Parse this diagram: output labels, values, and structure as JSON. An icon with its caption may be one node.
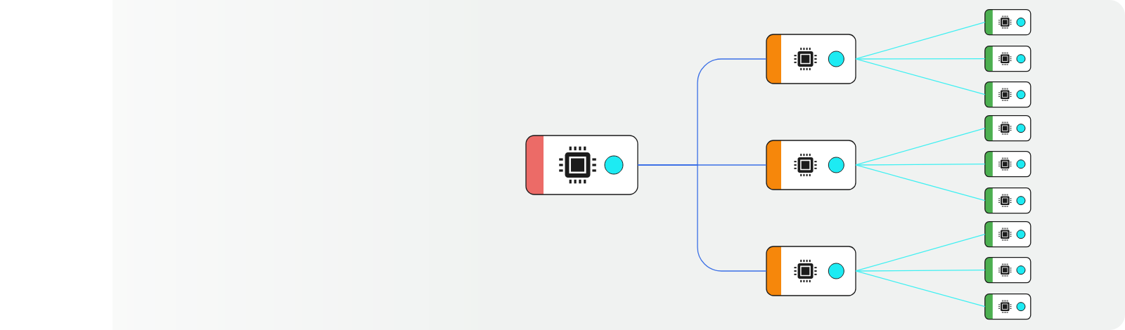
{
  "diagram": {
    "nodes": [
      {
        "text": [],
        "shape": "box"
      },
      {
        "text": [],
        "shape": "box"
      },
      {
        "text": [],
        "shape": "box"
      },
      {
        "text": [],
        "shape": "box"
      },
      {
        "text": [],
        "shape": "box"
      },
      {
        "text": [],
        "shape": "box"
      },
      {
        "text": [],
        "shape": "box"
      },
      {
        "text": [],
        "shape": "box"
      },
      {
        "text": [],
        "shape": "box"
      },
      {
        "text": [],
        "shape": "box"
      },
      {
        "text": [],
        "shape": "box"
      },
      {
        "text": [],
        "shape": "box"
      },
      {
        "text": [],
        "shape": "box"
      }
    ],
    "edges": [
      {
        "from": 0,
        "to": 1,
        "arrow": "none",
        "color": "#3a6fe6"
      },
      {
        "from": 0,
        "to": 2,
        "arrow": "none",
        "color": "#3a6fe6"
      },
      {
        "from": 0,
        "to": 3,
        "arrow": "none",
        "color": "#3a6fe6"
      },
      {
        "from": 1,
        "to": 4,
        "arrow": "none"
      },
      {
        "from": 1,
        "to": 5,
        "arrow": "none"
      },
      {
        "from": 1,
        "to": 6,
        "arrow": "none"
      },
      {
        "from": 2,
        "to": 7,
        "arrow": "none"
      },
      {
        "from": 2,
        "to": 8,
        "arrow": "none"
      },
      {
        "from": 2,
        "to": 9,
        "arrow": "none"
      },
      {
        "from": 3,
        "to": 10,
        "arrow": "none"
      },
      {
        "from": 3,
        "to": 11,
        "arrow": "none"
      },
      {
        "from": 3,
        "to": 12,
        "arrow": "none"
      }
    ]
  }
}
